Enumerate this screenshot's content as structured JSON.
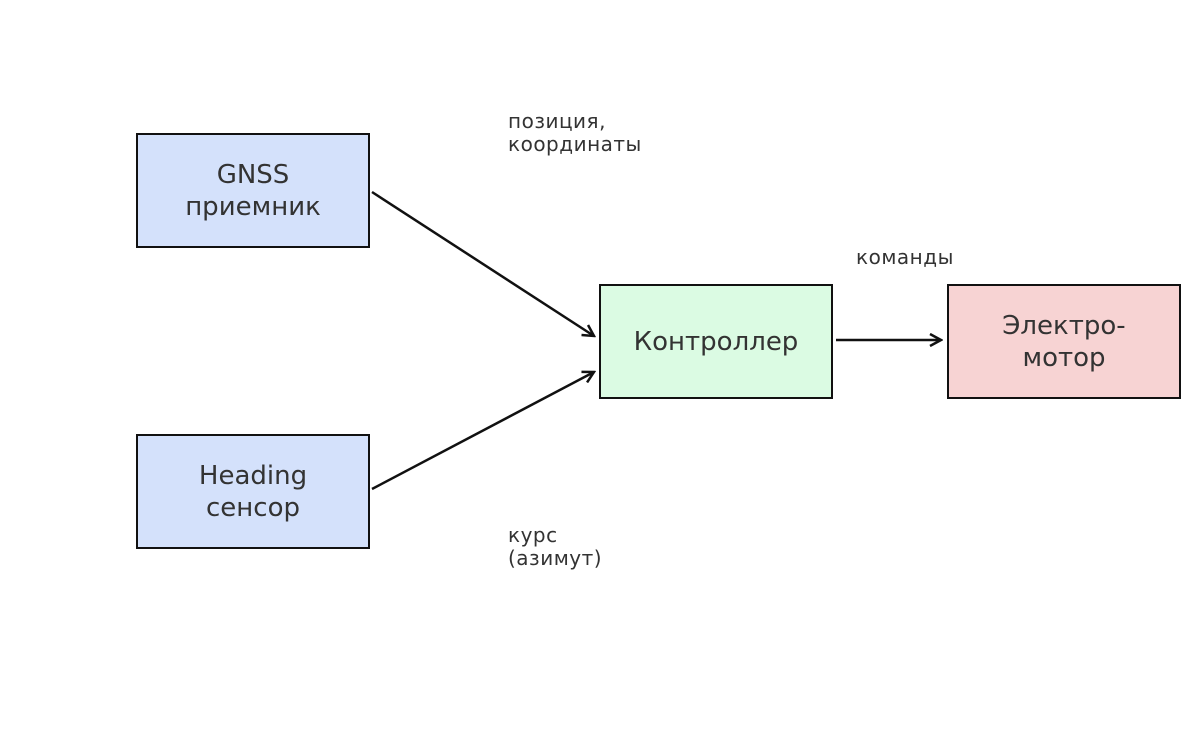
{
  "colors": {
    "sensor_fill": "#d4e1fb",
    "controller_fill": "#dbfbe3",
    "motor_fill": "#f7d3d3",
    "stroke": "#111111",
    "text": "#333333"
  },
  "nodes": {
    "gnss": "GNSS\nприемник",
    "heading": "Heading\nсенсор",
    "controller": "Контроллер",
    "motor": "Электро-\nмотор"
  },
  "edges": {
    "position_label": "позиция,\nкоординаты",
    "course_label": "курс\n(азимут)",
    "commands_label": "команды"
  }
}
